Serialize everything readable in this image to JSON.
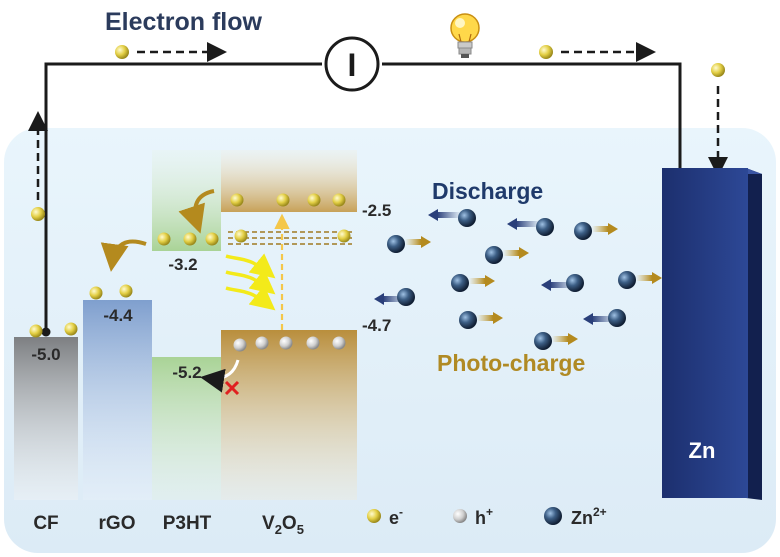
{
  "title": "Electron flow",
  "meter_symbol": "I",
  "discharge_label": "Discharge",
  "photocharge_label": "Photo-charge",
  "anode_label": "Zn",
  "materials": [
    {
      "name": "CF",
      "level": "-5.0"
    },
    {
      "name": "rGO",
      "level": "-4.4"
    },
    {
      "name": "P3HT",
      "lumo": "-3.2",
      "homo": "-5.2"
    },
    {
      "name": "V2O5",
      "cb": "-2.5",
      "vb": "-4.7"
    }
  ],
  "legend": [
    {
      "symbol": "e",
      "sup": "-",
      "kind": "electron"
    },
    {
      "symbol": "h",
      "sup": "+",
      "kind": "hole"
    },
    {
      "symbol": "Zn",
      "sup": "2+",
      "kind": "zinc-ion"
    }
  ],
  "colors": {
    "electrolyte": "#e3f2fb",
    "zn_plate": "#243b84",
    "electron": "#e6d24a",
    "arrow_gold": "#b48a1e",
    "arrow_navy": "#2a3f7a",
    "title_text": "#2b3b5c",
    "discharge_text": "#1f3a6b",
    "photocharge_text": "#b08a24"
  },
  "icons": [
    "lightbulb-icon",
    "current-meter-icon",
    "blocked-transfer-icon"
  ]
}
